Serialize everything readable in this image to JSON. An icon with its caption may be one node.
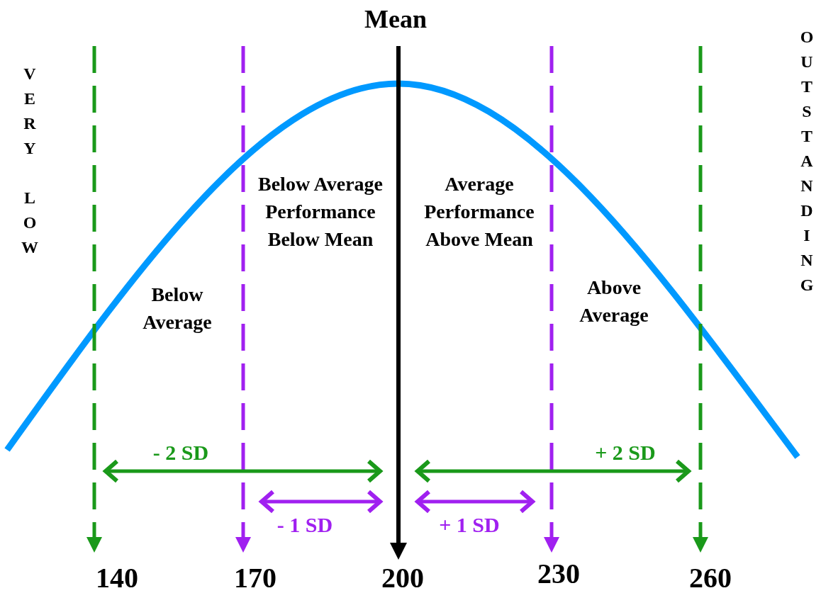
{
  "diagram": {
    "labels": [
      "Mean",
      "VERY LOW",
      "OUTSTANDING",
      "Below Average Performance Below Mean",
      "Average Performance Above Mean",
      "Below Average",
      "Above Average",
      "- 2 SD",
      "+ 2 SD",
      "- 1 SD",
      "+ 1 SD",
      "140",
      "170",
      "200",
      "230",
      "260"
    ]
  }
}
